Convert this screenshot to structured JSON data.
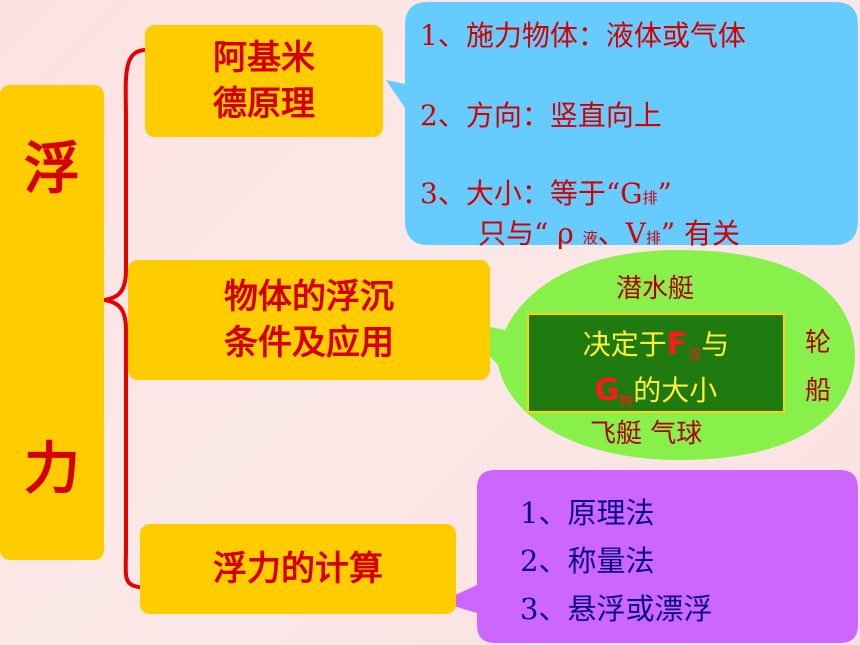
{
  "main": {
    "char1": "浮",
    "char2": "力"
  },
  "nodes": {
    "archimedes_line1": "阿基米",
    "archimedes_line2": "德原理",
    "sinkfloat_line1": "物体的浮沉",
    "sinkfloat_line2": "条件及应用",
    "calc": "浮力的计算"
  },
  "archimedes_bubble": {
    "item1": "1、施力物体：液体或气体",
    "item2": "2、方向：竖直向上",
    "item3_a": "3、大小：等于“G",
    "item3_sub": "排",
    "item3_b": "”",
    "item3_line2_a": "只与“ ρ ",
    "item3_line2_sub1": "液",
    "item3_line2_b": "、V",
    "item3_line2_sub2": "排",
    "item3_line2_c": "” 有关"
  },
  "sinkfloat_bubble": {
    "submarine": "潜水艇",
    "ship_1": "轮",
    "ship_2": "船",
    "airship_balloon": "飞艇   气球",
    "decide_prefix": "决定于",
    "F": "F",
    "F_sub": "浮",
    "and": "与",
    "G": "G",
    "G_sub": "物",
    "suffix": "的大小"
  },
  "calc_bubble": {
    "item1": "1、原理法",
    "item2": "2、称量法",
    "item3": "3、悬浮或漂浮"
  },
  "colors": {
    "yellow": "#ffcc00",
    "red_text": "#d40000",
    "blue_bubble": "#66ccff",
    "green_bubble": "#88f04a",
    "dark_green": "#1f7a10",
    "purple_bubble": "#cc66ff",
    "brace": "#e60000"
  }
}
